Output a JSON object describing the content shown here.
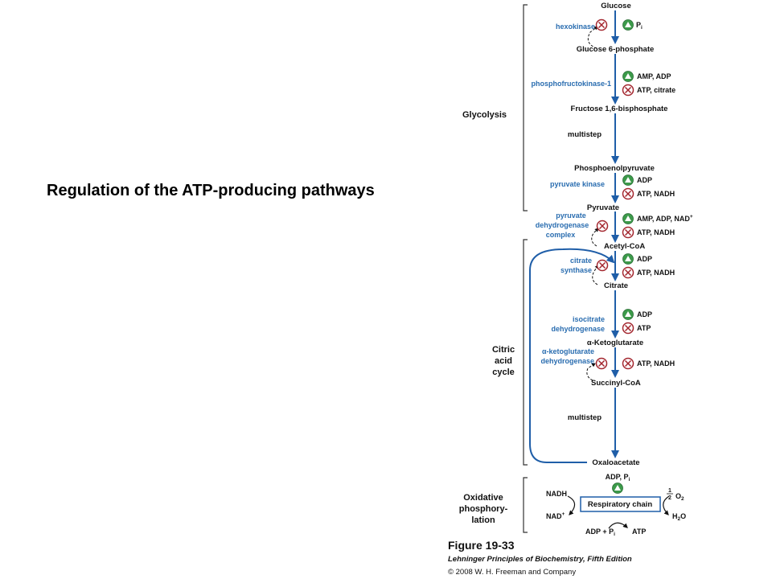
{
  "slide": {
    "title": "Regulation of the ATP-producing pathways"
  },
  "stages": {
    "glycolysis": "Glycolysis",
    "citric_1": "Citric",
    "citric_2": "acid",
    "citric_3": "cycle",
    "oxphos_1": "Oxidative",
    "oxphos_2": "phosphory-",
    "oxphos_3": "lation"
  },
  "metabolites": {
    "glucose": "Glucose",
    "g6p": "Glucose 6-phosphate",
    "f16bp": "Fructose 1,6-bisphosphate",
    "multistep_1": "multistep",
    "pep": "Phosphoenolpyruvate",
    "pyruvate": "Pyruvate",
    "acetyl_coa": "Acetyl-CoA",
    "citrate": "Citrate",
    "akg": "α-Ketoglutarate",
    "succinyl_coa": "Succinyl-CoA",
    "multistep_2": "multistep",
    "oxaloacetate": "Oxaloacetate"
  },
  "enzymes": {
    "hexokinase": "hexokinase",
    "pfk1": "phosphofructokinase-1",
    "pyruvate_kinase": "pyruvate kinase",
    "pdh_1": "pyruvate",
    "pdh_2": "dehydrogenase",
    "pdh_3": "complex",
    "cs_1": "citrate",
    "cs_2": "synthase",
    "idh_1": "isocitrate",
    "idh_2": "dehydrogenase",
    "akgdh_1": "α-ketoglutarate",
    "akgdh_2": "dehydrogenase"
  },
  "effectors": {
    "hexokinase_pos": "Pi",
    "pfk1_pos": "AMP, ADP",
    "pfk1_neg": "ATP, citrate",
    "pk_pos": "ADP",
    "pk_neg": "ATP, NADH",
    "pdh_pos": "AMP, ADP, NAD+",
    "pdh_neg": "ATP, NADH",
    "cs_pos": "ADP",
    "cs_neg": "ATP, NADH",
    "idh_pos": "ADP",
    "idh_neg": "ATP",
    "akgdh_neg": "ATP, NADH"
  },
  "oxphos": {
    "adp_pi_top": "ADP, Pi",
    "chain": "Respiratory chain",
    "nadh": "NADH",
    "nad_plus": "NAD+",
    "half_o2": "½O2",
    "h2o": "H2O",
    "adp_pi_bottom": "ADP + Pi",
    "atp": "ATP"
  },
  "caption": {
    "figure": "Figure 19-33",
    "book": "Lehninger Principles of Biochemistry, Fifth Edition",
    "copyright": "© 2008 W. H. Freeman and Company"
  },
  "colors": {
    "pathway_blue": "#1f5ea8",
    "enzyme_blue": "#2a6db0",
    "activator_green": "#3c9a4a",
    "inhibitor_red": "#a3262e"
  }
}
